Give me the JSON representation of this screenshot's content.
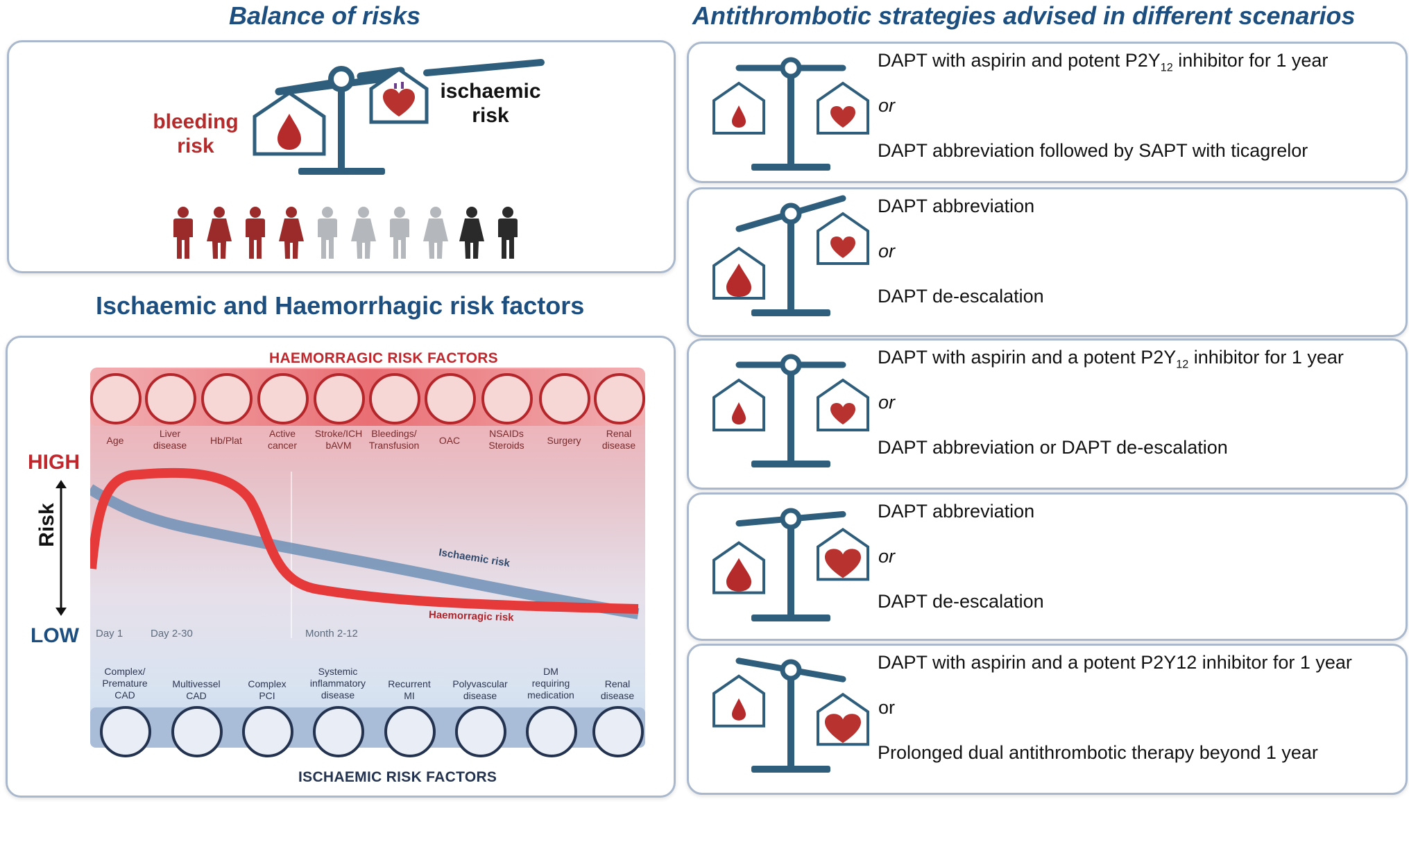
{
  "headings": {
    "balance": "Balance of risks",
    "strategies": "Antithrombotic strategies advised in different scenarios",
    "factors": "Ischaemic and Haemorrhagic risk factors"
  },
  "balance_panel": {
    "bleeding_label_1": "bleeding",
    "bleeding_label_2": "risk",
    "ischaemic_label_1": "ischaemic",
    "ischaemic_label_2": "risk"
  },
  "risk_chart": {
    "haemorrhagic_title": "HAEMORRAGIC RISK FACTORS",
    "ischaemic_title": "ISCHAEMIC RISK FACTORS",
    "haemorrhagic_factors": [
      [
        "Age"
      ],
      [
        "Liver",
        "disease"
      ],
      [
        "Hb/Plat"
      ],
      [
        "Active",
        "cancer"
      ],
      [
        "Stroke/ICH",
        "bAVM"
      ],
      [
        "Bleedings/",
        "Transfusion"
      ],
      [
        "OAC"
      ],
      [
        "NSAIDs",
        "Steroids"
      ],
      [
        "Surgery"
      ],
      [
        "Renal",
        "disease"
      ]
    ],
    "ischaemic_factors": [
      [
        "Complex/",
        "Premature",
        "CAD"
      ],
      [
        "Multivessel",
        "CAD"
      ],
      [
        "Complex",
        "PCI"
      ],
      [
        "Systemic",
        "inflammatory",
        "disease"
      ],
      [
        "Recurrent",
        "MI"
      ],
      [
        "Polyvascular",
        "disease"
      ],
      [
        "DM",
        "requiring",
        "medication"
      ],
      [
        "Renal",
        "disease"
      ]
    ],
    "axis_high": "HIGH",
    "axis_low": "LOW",
    "axis_title": "Risk",
    "periods": [
      "Day 1",
      "Day 2-30",
      "Month 2-12"
    ],
    "ischaemic_curve_label": "Ischaemic risk",
    "haemorrhagic_curve_label": "Haemorragic risk"
  },
  "strategies": [
    {
      "line1": "DAPT with aspirin and potent P2Y",
      "sub1": "12",
      "line1_tail": " inhibitor for 1 year",
      "or": "or",
      "line2": "DAPT abbreviation  followed by SAPT with ticagrelor"
    },
    {
      "line1": " DAPT abbreviation",
      "sub1": "",
      "line1_tail": "",
      "or": "or",
      "line2": "DAPT de-escalation"
    },
    {
      "line1": "DAPT with aspirin and a potent P2Y",
      "sub1": "12",
      "line1_tail": " inhibitor for 1 year",
      "or": "or",
      "line2": "DAPT abbreviation or DAPT de-escalation"
    },
    {
      "line1": "DAPT abbreviation",
      "sub1": "",
      "line1_tail": "",
      "or": "or",
      "line2": "DAPT de-escalation"
    },
    {
      "line1": "DAPT with aspirin and a potent P2Y12 inhibitor for 1 year",
      "sub1": "",
      "line1_tail": "",
      "or": "or",
      "line2": "Prolonged dual antithrombotic therapy beyond 1 year"
    }
  ],
  "colors": {
    "heading_blue": "#1c4f7f",
    "bleeding_red": "#b52a2a",
    "scale_blue": "#2f5e7c",
    "ischaemic_curve": "#6f90b6",
    "haemorrhagic_curve": "#e5393a"
  }
}
